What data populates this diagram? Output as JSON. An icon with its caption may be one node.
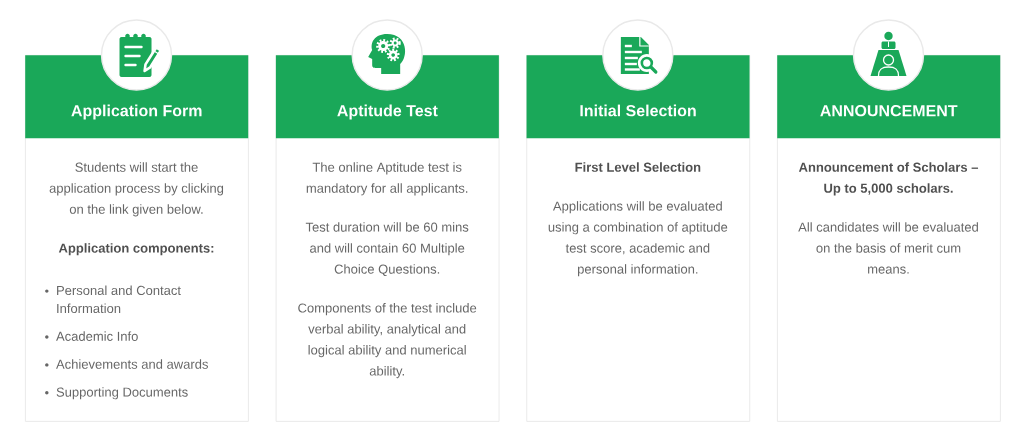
{
  "diagram": {
    "nodes": [
      {
        "text": [
          "Students will start the application process by clicking on the link given below.",
          "Application components:",
          "Personal and Contact Information",
          "Academic Info",
          "Achievements and awards",
          "Supporting Documents"
        ]
      },
      {
        "text": [
          "Application Form"
        ],
        "in": 0
      },
      {
        "text": [
          "The online Aptitude test is mandatory for all applicants.",
          "Test duration will be 60 mins and will contain 60 Multiple Choice Questions.",
          "Components of the test include verbal ability, analytical and logical ability and numerical ability."
        ]
      },
      {
        "text": [
          "Aptitude Test"
        ],
        "in": 2
      },
      {
        "text": [
          "First Level Selection",
          "Applications will be evaluated using a combination of aptitude test score, academic and personal information."
        ]
      },
      {
        "text": [
          "Initial Selection"
        ],
        "in": 4
      },
      {
        "text": [
          "Announcement of Scholars – Up to 5,000 scholars.",
          "All candidates will be evaluated on the basis of merit cum means."
        ]
      },
      {
        "text": [
          "ANNOUNCEMENT"
        ],
        "in": 6
      }
    ]
  }
}
